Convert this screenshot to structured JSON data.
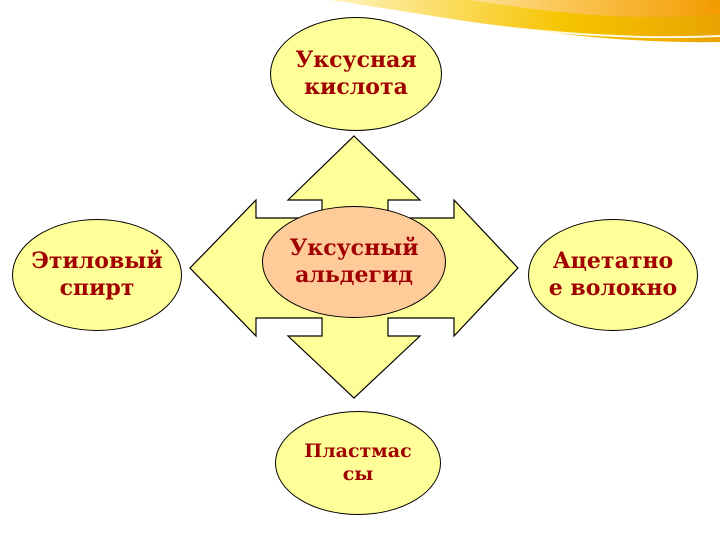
{
  "colors": {
    "background": "#ffffff",
    "node_fill": "#ffff99",
    "center_fill": "#ffcc99",
    "arrow_fill": "#ffff99",
    "text": "#a00000",
    "outline": "#000000",
    "swoosh_gold": "#f2c200",
    "swoosh_orange": "#f7a600"
  },
  "center": {
    "text": "Уксусный альдегид"
  },
  "nodes": {
    "top": "Уксусная кислота",
    "left": "Этиловый спирт",
    "right": "Ацетатное волокно",
    "bottom": "Пластмассы"
  }
}
